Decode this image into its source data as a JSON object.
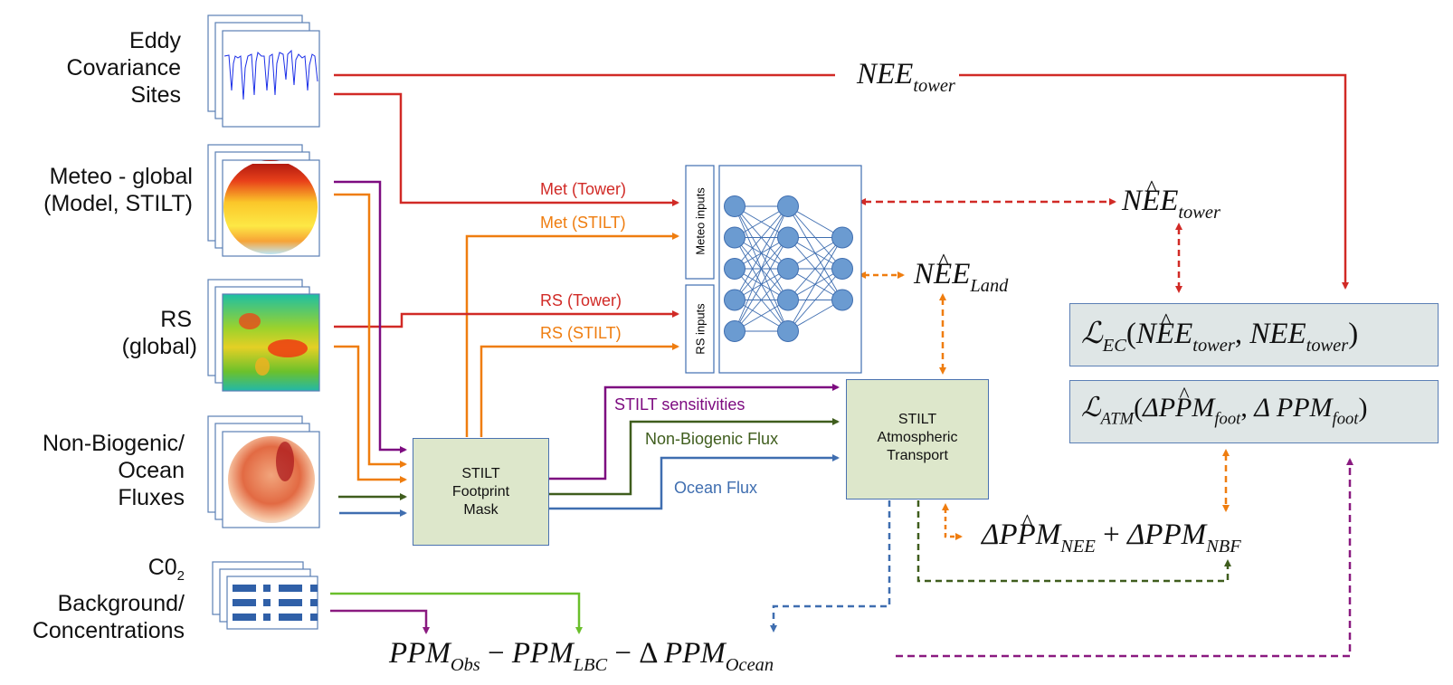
{
  "colors": {
    "red": "#d12a26",
    "orange": "#ef7d0f",
    "purple": "#7d0b80",
    "dark_green": "#3f5d1d",
    "blue": "#3f6eb0",
    "light_green": "#6abf2b",
    "magenta_dashed": "#8a1a80",
    "node_fill": "#6b9bd1",
    "box_green": "#dde7cb",
    "loss_box": "#dfe6e6"
  },
  "sources": [
    {
      "id": "eddy",
      "label_lines": [
        "Eddy",
        "Covariance",
        "Sites"
      ],
      "icon": "time-series-chart-icon"
    },
    {
      "id": "meteo",
      "label_lines": [
        "Meteo - global",
        "(Model, STILT)"
      ],
      "icon": "globe-heatmap-icon"
    },
    {
      "id": "rs",
      "label_lines": [
        "RS",
        "(global)"
      ],
      "icon": "world-map-icon"
    },
    {
      "id": "nbo",
      "label_lines": [
        "Non-Biogenic/",
        "Ocean",
        "Fluxes"
      ],
      "icon": "globe-flux-icon"
    },
    {
      "id": "co2",
      "label_lines": [
        "C0",
        "Background/",
        "Concentrations"
      ],
      "label_sub": "2",
      "icon": "table-icon"
    }
  ],
  "flow_labels": {
    "met_tower": "Met (Tower)",
    "met_stilt": "Met (STILT)",
    "rs_tower": "RS (Tower)",
    "rs_stilt": "RS (STILT)",
    "stilt_sensitivities": "STILT sensitivities",
    "non_biogenic_flux": "Non-Biogenic Flux",
    "ocean_flux": "Ocean Flux"
  },
  "nn": {
    "meteo_inputs": "Meteo inputs",
    "rs_inputs": "RS inputs",
    "layers": [
      5,
      5,
      3
    ]
  },
  "boxes": {
    "footprint": [
      "STILT",
      "Footprint",
      "Mask"
    ],
    "transport": [
      "STILT",
      "Atmospheric",
      "Transport"
    ]
  },
  "math": {
    "nee_tower": {
      "base": "NEE",
      "sub": "tower"
    },
    "nee_hat_tower": {
      "pre": "N",
      "hat": "E",
      "post": "E",
      "sub": "tower"
    },
    "nee_hat_land": {
      "pre": "N",
      "hat": "E",
      "post": "E",
      "sub": "Land"
    },
    "loss_ec": {
      "fn": "ℒ",
      "fn_sub": "EC",
      "open": "(",
      "a_pre": "N",
      "a_hat": "E",
      "a_post": "E",
      "a_sub": "tower",
      "sep": ", ",
      "b": "NEE",
      "b_sub": "tower",
      "close": ")"
    },
    "loss_atm": {
      "fn": "ℒ",
      "fn_sub": "ATM",
      "open": "(",
      "a_pre": "ΔP",
      "a_hat": "P",
      "a_post": "M",
      "a_sub": "foot",
      "sep": ", ",
      "b": "Δ PPM",
      "b_sub": "foot",
      "close": ")"
    },
    "dppm": {
      "a_pre": "ΔP",
      "a_hat": "P",
      "a_post": "M",
      "a_sub": "NEE",
      "plus": " + ",
      "b": "ΔPPM",
      "b_sub": "NBF"
    },
    "ppm_eq": {
      "t1": "PPM",
      "t1_sub": "Obs",
      "m1": " − ",
      "t2": "PPM",
      "t2_sub": "LBC",
      "m2": " − Δ ",
      "t3": "PPM",
      "t3_sub": "Ocean"
    }
  }
}
